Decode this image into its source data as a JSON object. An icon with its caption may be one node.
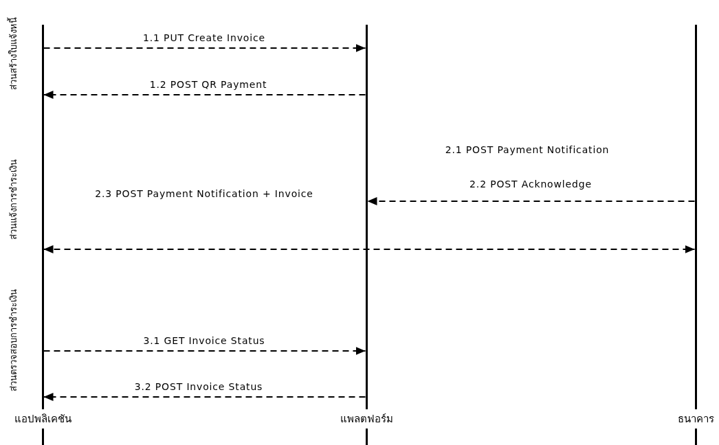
{
  "diagram": {
    "nodes": [
      {
        "text": [],
        "shape": "bar",
        "beside": [
          "แอปพลิเคชัน"
        ]
      },
      {
        "text": [],
        "shape": "bar",
        "beside": [
          "แพลตฟอร์ม"
        ]
      },
      {
        "text": [],
        "shape": "bar",
        "beside": [
          "ธนาคาร"
        ]
      }
    ],
    "edges": [
      {
        "from": 0,
        "to": 1,
        "arrow": "to",
        "style": "dashed",
        "label": "1.1 PUT Create Invoice"
      },
      {
        "from": 1,
        "to": 0,
        "arrow": "to",
        "style": "dashed",
        "label": "1.2 POST QR Payment"
      },
      {
        "from": 2,
        "to": 1,
        "arrow": "to",
        "style": "dashed",
        "label": "2.1 POST Payment Notification"
      },
      {
        "from": 0,
        "to": 2,
        "arrow": "both",
        "style": "dashed"
      },
      {
        "from": 0,
        "to": 1,
        "arrow": "to",
        "style": "dashed",
        "label": "3.1 GET Invoice Status"
      },
      {
        "from": 1,
        "to": 0,
        "arrow": "to",
        "style": "dashed",
        "label": "3.2 POST Invoice Status"
      }
    ],
    "labels": [
      "ส่วนสร้างใบแจ้งหนี้",
      "ส่วนแจ้งการชำระเงิน",
      "2.3 POST Payment Notification + Invoice",
      "2.2 POST Acknowledge",
      "ส่วนตรวจสอบการชำระเงิน"
    ]
  }
}
